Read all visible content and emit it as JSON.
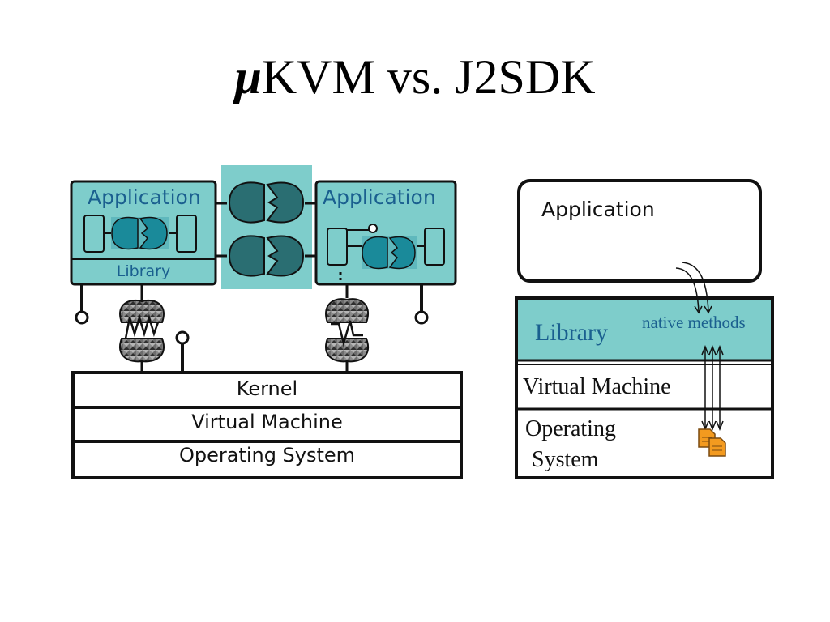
{
  "title": {
    "mu": "μ",
    "rest": "KVM vs. J2SDK"
  },
  "left_diagram": {
    "app_left_label": "Application",
    "library_label": "Library",
    "app_right_label": "Application",
    "stack": [
      "Kernel",
      "Virtual Machine",
      "Operating System"
    ]
  },
  "right_diagram": {
    "app_label": "Application",
    "library_label": "Library",
    "native_methods_label": "native methods",
    "vm_label": "Virtual Machine",
    "os_label_line1": "Operating",
    "os_label_line2": "System"
  },
  "colors": {
    "teal": "#7ecdcb",
    "teal_dark": "#1a8a9a",
    "component_dark": "#2a6e72",
    "file_orange": "#f39a1f"
  }
}
